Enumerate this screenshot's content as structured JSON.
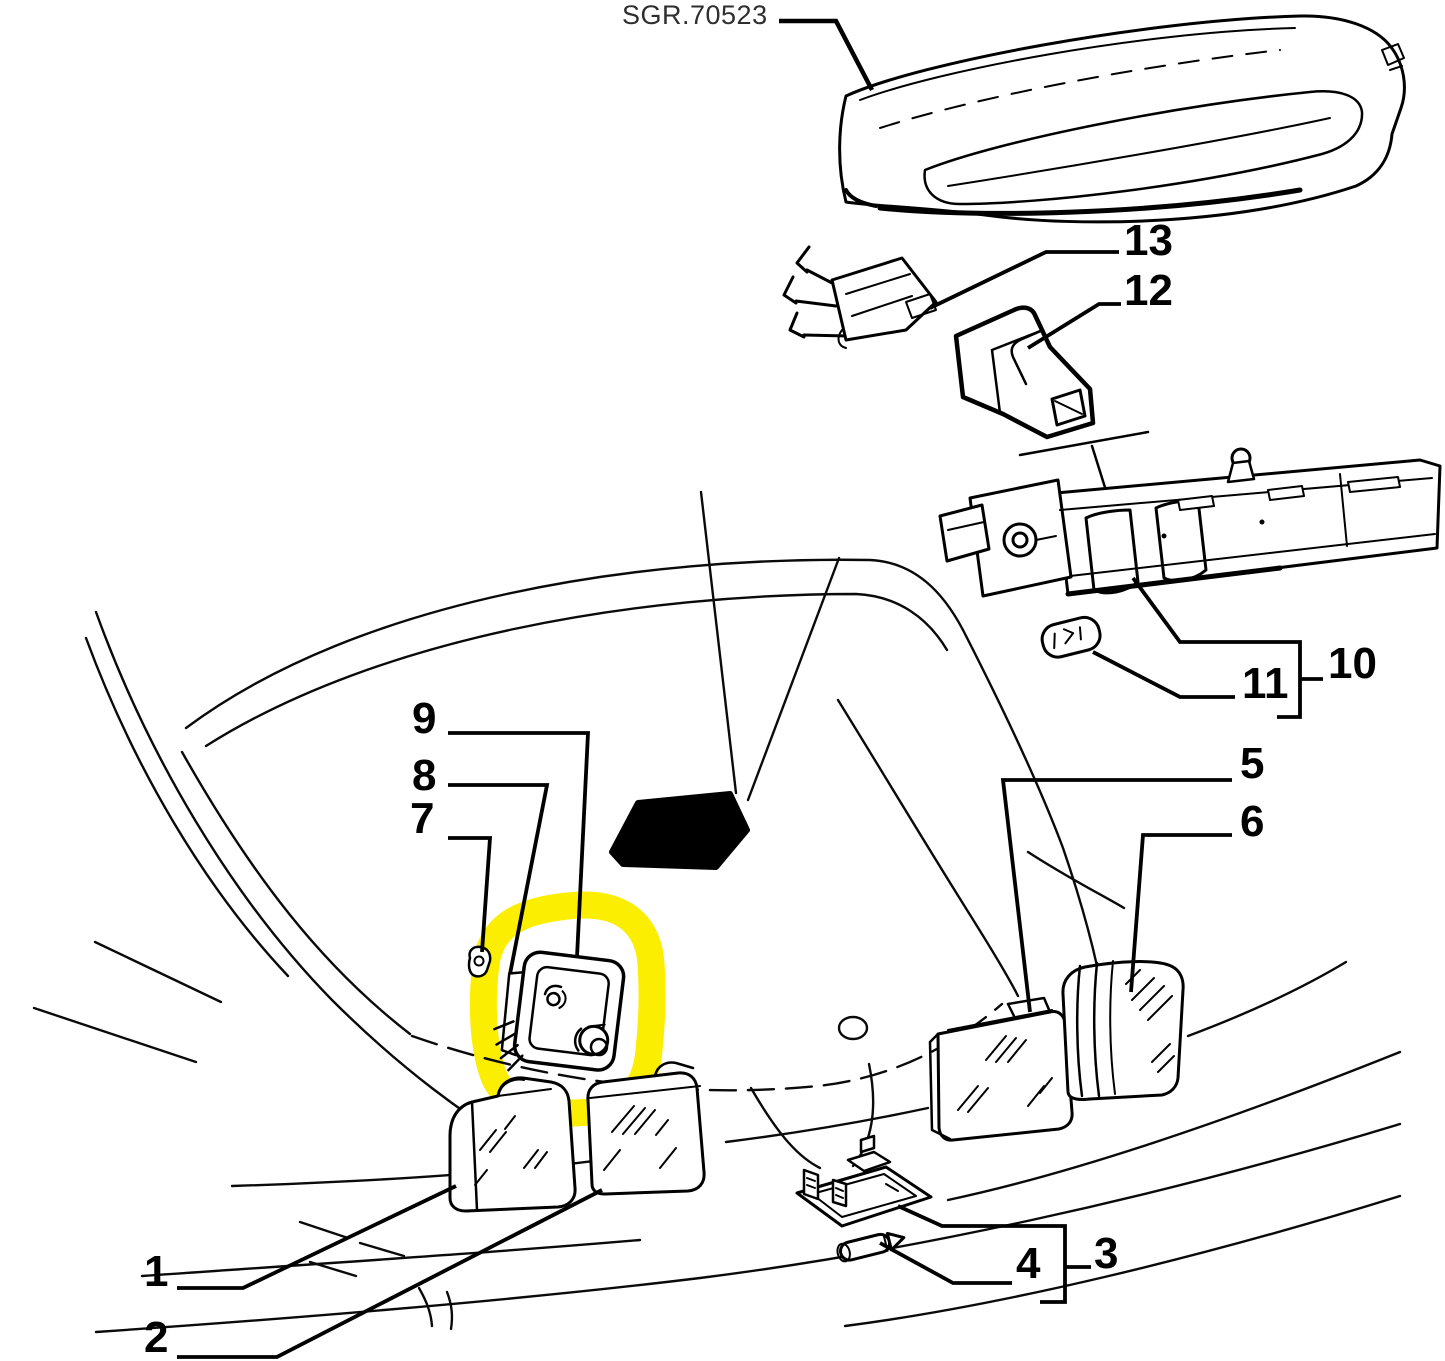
{
  "diagram": {
    "type": "exploded-parts-diagram",
    "subject": "car-rear-lights",
    "reference_code": "SGR.70523",
    "background_color": "#ffffff",
    "line_color": "#000000",
    "highlight_color": "#fcee00"
  },
  "callouts": {
    "sgr": {
      "text": "SGR.70523",
      "part": "third-brake-light-cover"
    },
    "n1": {
      "text": "1",
      "part": "tail-lamp-outer-left"
    },
    "n2": {
      "text": "2",
      "part": "tail-lamp-inner-left"
    },
    "n3": {
      "text": "3",
      "part": "license-plate-lamp-housing"
    },
    "n4": {
      "text": "4",
      "part": "festoon-bulb"
    },
    "n5": {
      "text": "5",
      "part": "tail-lamp-inner-right"
    },
    "n6": {
      "text": "6",
      "part": "tail-lamp-outer-right"
    },
    "n7": {
      "text": "7",
      "part": "grommet-nut"
    },
    "n8": {
      "text": "8",
      "part": "gasket-seal"
    },
    "n9": {
      "text": "9",
      "part": "bulb-holder-plate-highlighted"
    },
    "n10": {
      "text": "10",
      "part": "brake-light-bulb-holder-assembly"
    },
    "n11": {
      "text": "11",
      "part": "wedge-bulb"
    },
    "n12": {
      "text": "12",
      "part": "connector-housing"
    },
    "n13": {
      "text": "13",
      "part": "terminal-clip"
    }
  }
}
